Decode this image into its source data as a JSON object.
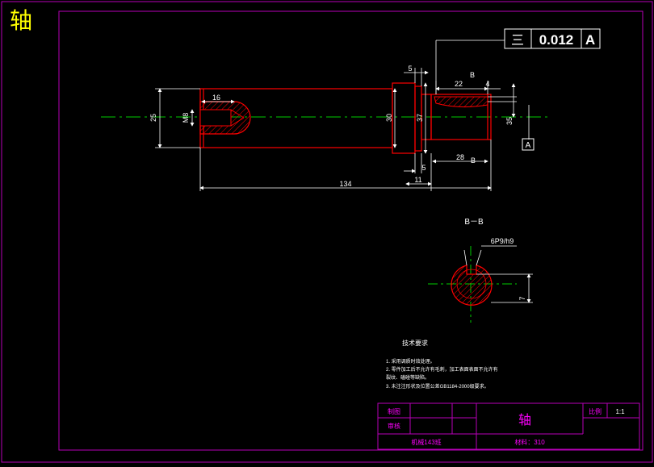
{
  "title": "轴",
  "tolerance_frame": {
    "symbol": "三",
    "value": "0.012",
    "datum": "A"
  },
  "datum_label": "A",
  "dims_main": {
    "d5_top": "5",
    "d22": "22",
    "d4": "4",
    "b_top": "B",
    "d16": "16",
    "d25": "25",
    "m_thread": "M8",
    "d30": "30",
    "d37": "37",
    "d35": "35",
    "d5_bot": "5",
    "d28": "28",
    "b_bot": "B",
    "d134": "134",
    "d11": "11"
  },
  "section": {
    "title": "B－B",
    "key_dim": "6P9/h9",
    "depth_dim": "7"
  },
  "tech": {
    "heading": "技术要求",
    "lines": [
      "1. 采用调质时效处理。",
      "2. 零件加工后不允许有毛刺，加工表面表面不允许有",
      "裂纹、磕碰等缺陷。",
      "3. 未注注形状及位置公差GB1184-2000级要求。"
    ]
  },
  "title_block": {
    "drawn": "制图",
    "checked": "审核",
    "part_name": "轴",
    "scale_label": "比例",
    "scale_value": "1:1",
    "class": "机械143班",
    "material": "材料：310"
  },
  "colors": {
    "background": "#000000",
    "frame": "#b800b8",
    "outline": "#ff0000",
    "dimension": "#ffffff",
    "centerline": "#00cc00",
    "text_yellow": "#ffff00",
    "text_magenta": "#ff00ff"
  }
}
